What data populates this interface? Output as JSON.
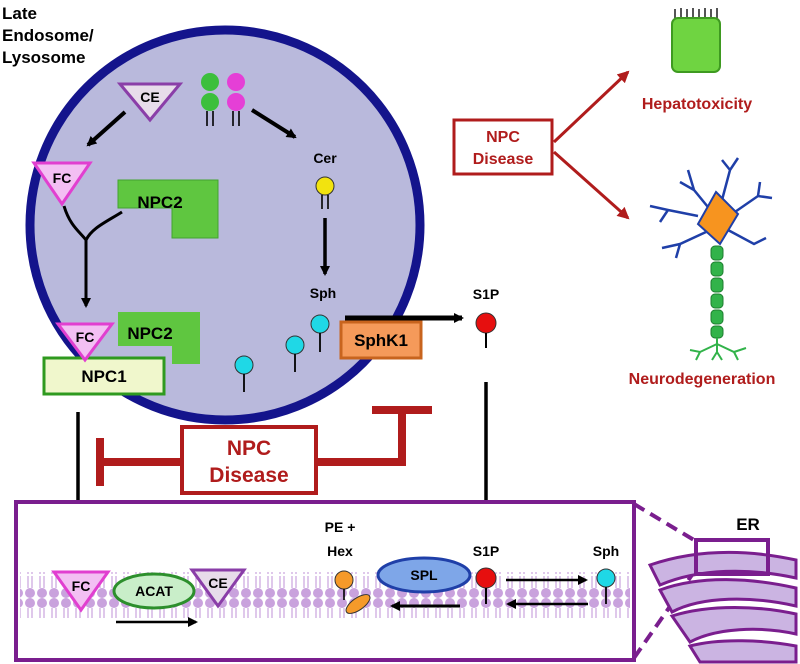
{
  "compartment_label": [
    "Late",
    "Endosome/",
    "Lysosome"
  ],
  "molecules": {
    "ce": "CE",
    "fc": "FC",
    "npc2": "NPC2",
    "npc1": "NPC1",
    "cer": "Cer",
    "sph": "Sph",
    "sphk1": "SphK1",
    "s1p": "S1P",
    "acat": "ACAT",
    "pe_hex": [
      "PE +",
      "Hex"
    ],
    "spl": "SPL",
    "er": "ER"
  },
  "disease_box": [
    "NPC",
    "Disease"
  ],
  "outcomes": {
    "hepatotoxicity": "Hepatotoxicity",
    "neurodegeneration": "Neurodegeneration"
  },
  "colors": {
    "lysosome_fill": "#b9b9dc",
    "lysosome_border": "#14148c",
    "ce_triangle": "#e7dcea",
    "fc_triangle": "#f3bff3",
    "npc2": "#5fc640",
    "npc1": "#f0f7cc",
    "sphk1": "#f59a5a",
    "disease_red": "#b01c1c",
    "er_purple": "#7a1e8e",
    "membrane": "#c9a2dd"
  }
}
